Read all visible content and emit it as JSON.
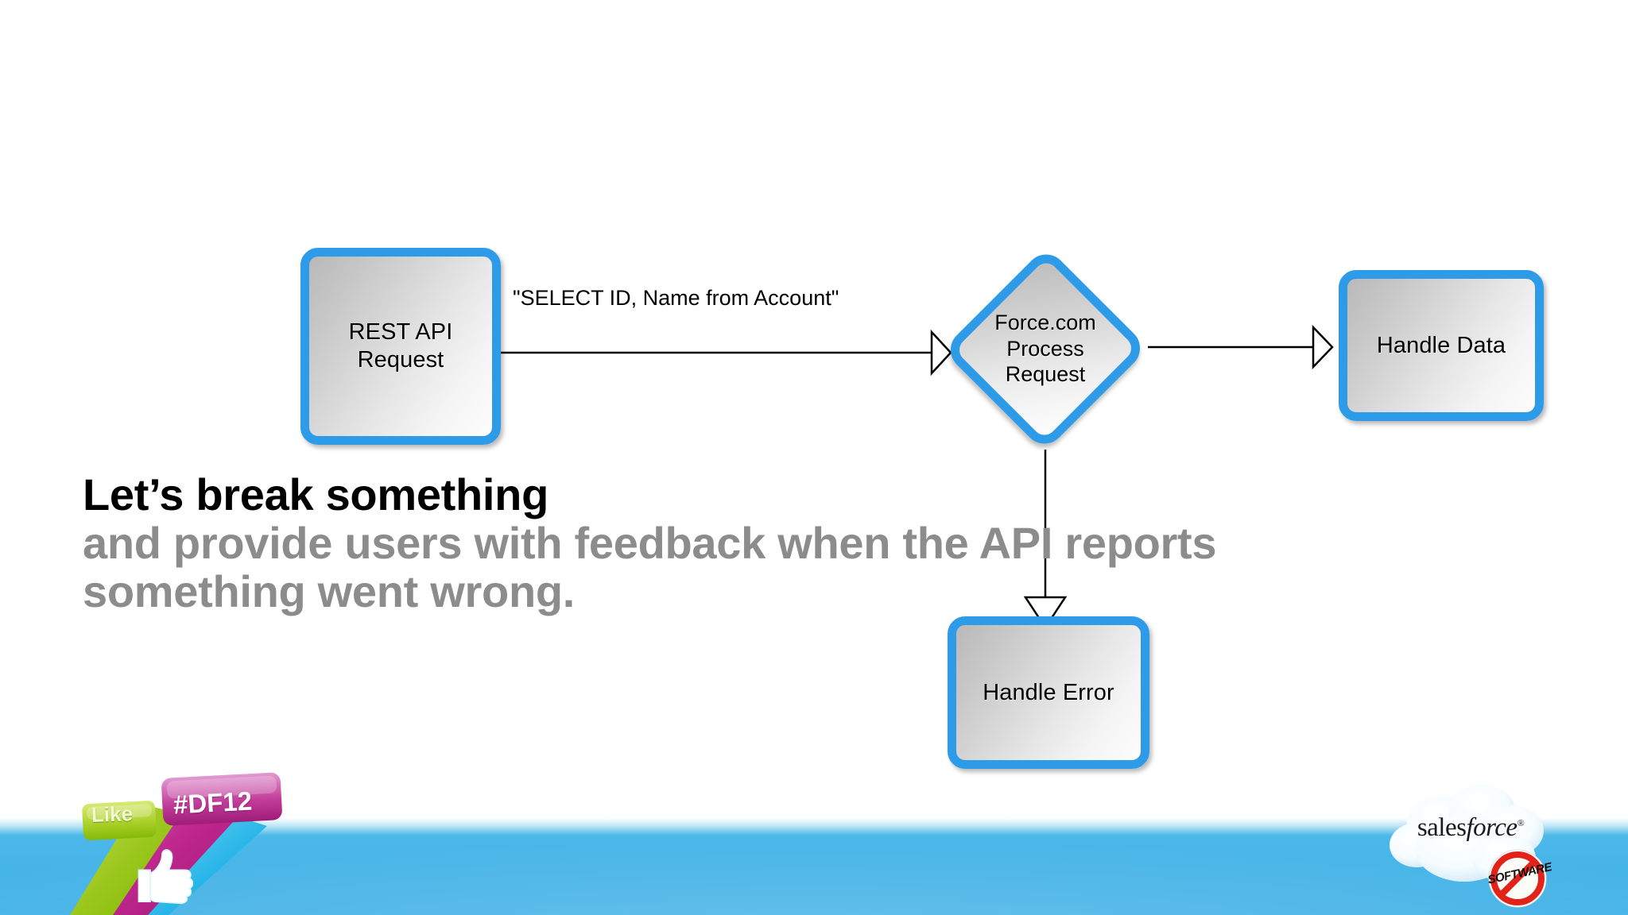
{
  "slide": {
    "background_color": "#ffffff",
    "accent_color": "#2e9be8",
    "band_color": "#41b6e6"
  },
  "headline": {
    "lead": "Let’s break something",
    "rest_line1": "and provide users with feedback when the API reports",
    "rest_line2": "something went wrong.",
    "lead_color": "#000000",
    "rest_color": "#8c8c8c"
  },
  "diagram": {
    "type": "flowchart",
    "nodes": [
      {
        "id": "rest-api",
        "label": "REST API\nRequest",
        "shape": "rounded-rect"
      },
      {
        "id": "process",
        "label": "Force.com\nProcess\nRequest",
        "shape": "diamond"
      },
      {
        "id": "handle-data",
        "label": "Handle Data",
        "shape": "rounded-rect"
      },
      {
        "id": "handle-error",
        "label": "Handle Error",
        "shape": "rounded-rect"
      }
    ],
    "edges": [
      {
        "from": "rest-api",
        "to": "process",
        "label": "\"SELECT ID, Name from Account\"",
        "arrow": "hollow-triangle"
      },
      {
        "from": "process",
        "to": "handle-data",
        "label": "",
        "arrow": "hollow-triangle"
      },
      {
        "from": "process",
        "to": "handle-error",
        "label": "",
        "arrow": "hollow-triangle"
      }
    ]
  },
  "branding": {
    "df12_badge": {
      "like_label": "Like",
      "hashtag_label": "#DF12",
      "thumb_icon": "thumbs-up-icon"
    },
    "salesforce": {
      "wordmark_sales": "sales",
      "wordmark_force": "force",
      "registered_mark": "®",
      "no_software_label": "SOFTWARE"
    }
  }
}
